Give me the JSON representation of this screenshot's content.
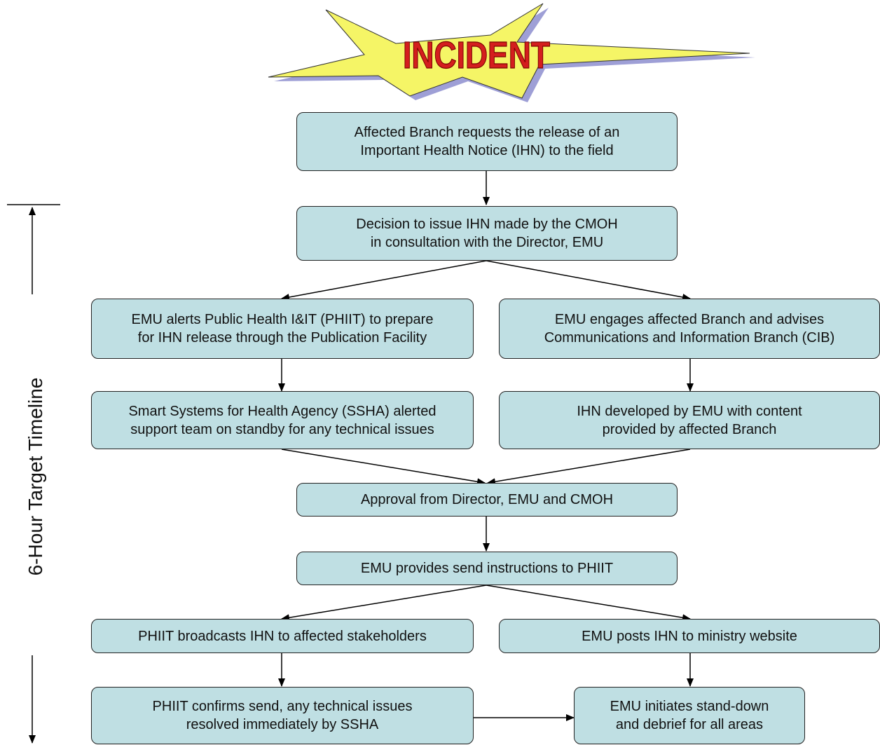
{
  "incident": {
    "label": "INCIDENT"
  },
  "timeline": {
    "label": "6-Hour Target Timeline"
  },
  "steps": {
    "request": [
      "Affected Branch requests the release of an",
      "Important Health Notice (IHN) to the field"
    ],
    "decision": [
      "Decision to issue IHN made by the CMOH",
      "in consultation with the Director, EMU"
    ],
    "alert_phiit": [
      "EMU alerts Public Health I&IT (PHIIT) to prepare",
      "for IHN release through the Publication Facility"
    ],
    "engage_branch": [
      "EMU engages affected Branch and advises",
      "Communications and Information Branch (CIB)"
    ],
    "ssha_standby": [
      "Smart Systems for Health Agency (SSHA) alerted",
      "support team on standby for any technical issues"
    ],
    "ihn_developed": [
      "IHN developed by EMU with content",
      "provided by affected Branch"
    ],
    "approval": [
      "Approval from Director, EMU and CMOH"
    ],
    "send_instructions": [
      "EMU provides send instructions to PHIIT"
    ],
    "broadcast": [
      "PHIIT broadcasts IHN to affected stakeholders"
    ],
    "post_website": [
      "EMU posts IHN to ministry website"
    ],
    "confirm_send": [
      "PHIIT confirms send, any technical issues",
      "resolved immediately by SSHA"
    ],
    "stand_down": [
      "EMU initiates stand-down",
      "and debrief for all areas"
    ]
  },
  "colors": {
    "box_fill": "#bfdfe3",
    "burst_fill": "#f5f566",
    "burst_shadow": "#9e9fd6",
    "text_red": "#d41e1e"
  }
}
